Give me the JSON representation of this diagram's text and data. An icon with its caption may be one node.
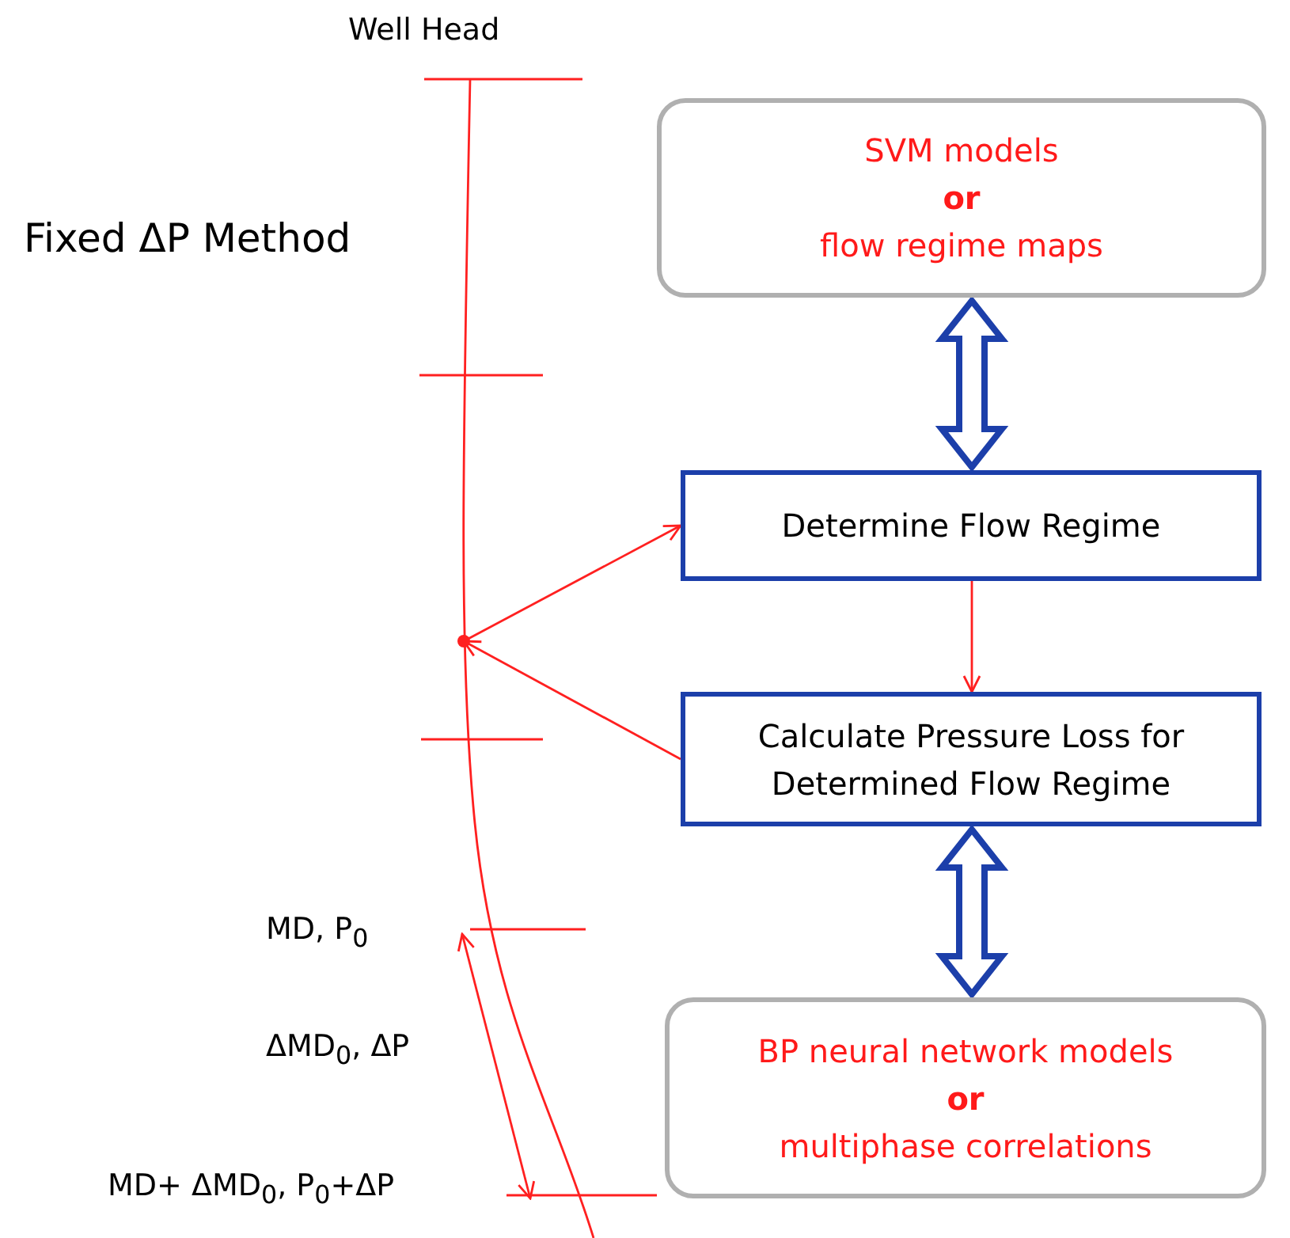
{
  "diagram": {
    "nodes": [
      {
        "text": [
          "SVM models",
          "or",
          "flow regime maps"
        ]
      },
      {
        "text": [
          "Determine Flow Regime"
        ]
      },
      {
        "text": [
          "Calculate Pressure Loss for Determined Flow Regime"
        ]
      },
      {
        "text": [
          "BP neural network models",
          "or",
          "multiphase correlations"
        ]
      },
      {
        "text": [],
        "shape": "circle"
      }
    ],
    "edges": [
      {
        "from": 0,
        "to": 1,
        "arrow": "both",
        "style": "thick",
        "color": "#1c3faa"
      },
      {
        "from": 1,
        "to": 2,
        "arrow": "to"
      },
      {
        "from": 2,
        "to": 3,
        "arrow": "both",
        "style": "thick",
        "color": "#1c3faa"
      },
      {
        "from": 4,
        "to": 1,
        "arrow": "to"
      },
      {
        "from": 2,
        "to": 4,
        "arrow": "to"
      }
    ],
    "labels": [
      "Well Head",
      "Fixed ΔP Method",
      "MD, P$_{0}$",
      "ΔMD$_{0}$, ΔP",
      "MD+ ΔMD$_{0}$, P$_{0}$+ΔP"
    ]
  }
}
